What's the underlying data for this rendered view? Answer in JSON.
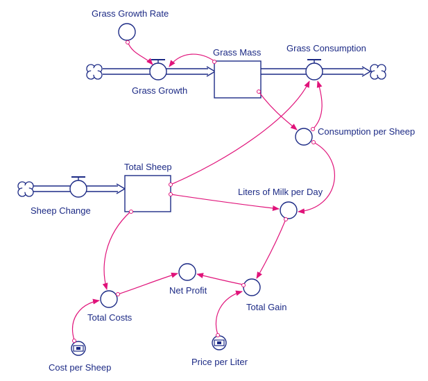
{
  "labels": {
    "grass_growth_rate": "Grass Growth Rate",
    "grass_mass": "Grass Mass",
    "grass_consumption": "Grass Consumption",
    "grass_growth": "Grass Growth",
    "consumption_per_sheep": "Consumption per Sheep",
    "total_sheep": "Total Sheep",
    "liters_of_milk_per_day": "Liters of Milk per Day",
    "sheep_change": "Sheep Change",
    "net_profit": "Net Profit",
    "total_gain": "Total Gain",
    "total_costs": "Total Costs",
    "cost_per_sheep": "Cost per Sheep",
    "price_per_liter": "Price per Liter"
  },
  "colors": {
    "element": "#1c2a85",
    "link": "#e0137a"
  }
}
